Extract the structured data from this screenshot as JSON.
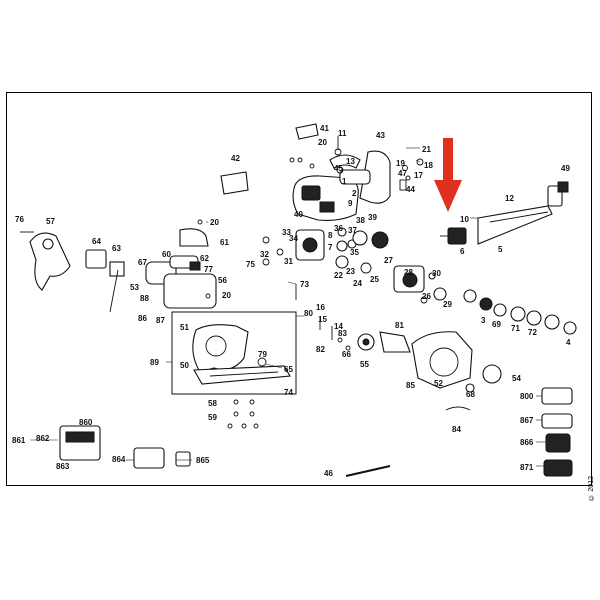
{
  "diagram": {
    "type": "exploded parts diagram",
    "highlight": {
      "color": "#e0301e",
      "points_to": "6"
    },
    "part_numbers": [
      "41",
      "11",
      "43",
      "21",
      "20",
      "13",
      "45",
      "19",
      "18",
      "47",
      "17",
      "44",
      "42",
      "1",
      "2",
      "9",
      "40",
      "49",
      "12",
      "10",
      "6",
      "5",
      "76",
      "57",
      "64",
      "63",
      "61",
      "20",
      "62",
      "60",
      "67",
      "53",
      "56",
      "88",
      "20",
      "75",
      "77",
      "33",
      "34",
      "36",
      "37",
      "38",
      "39",
      "31",
      "32",
      "22",
      "35",
      "23",
      "24",
      "25",
      "27",
      "26",
      "29",
      "30",
      "73",
      "3",
      "69",
      "71",
      "72",
      "4",
      "86",
      "87",
      "80",
      "83",
      "89",
      "51",
      "50",
      "82",
      "79",
      "65",
      "74",
      "15",
      "16",
      "14",
      "28",
      "84",
      "55",
      "66",
      "81",
      "85",
      "52",
      "68",
      "54",
      "58",
      "59",
      "860",
      "861",
      "862",
      "863",
      "864",
      "865",
      "46",
      "800",
      "867",
      "866",
      "871",
      "8",
      "7"
    ]
  },
  "copyright": "© 2012"
}
